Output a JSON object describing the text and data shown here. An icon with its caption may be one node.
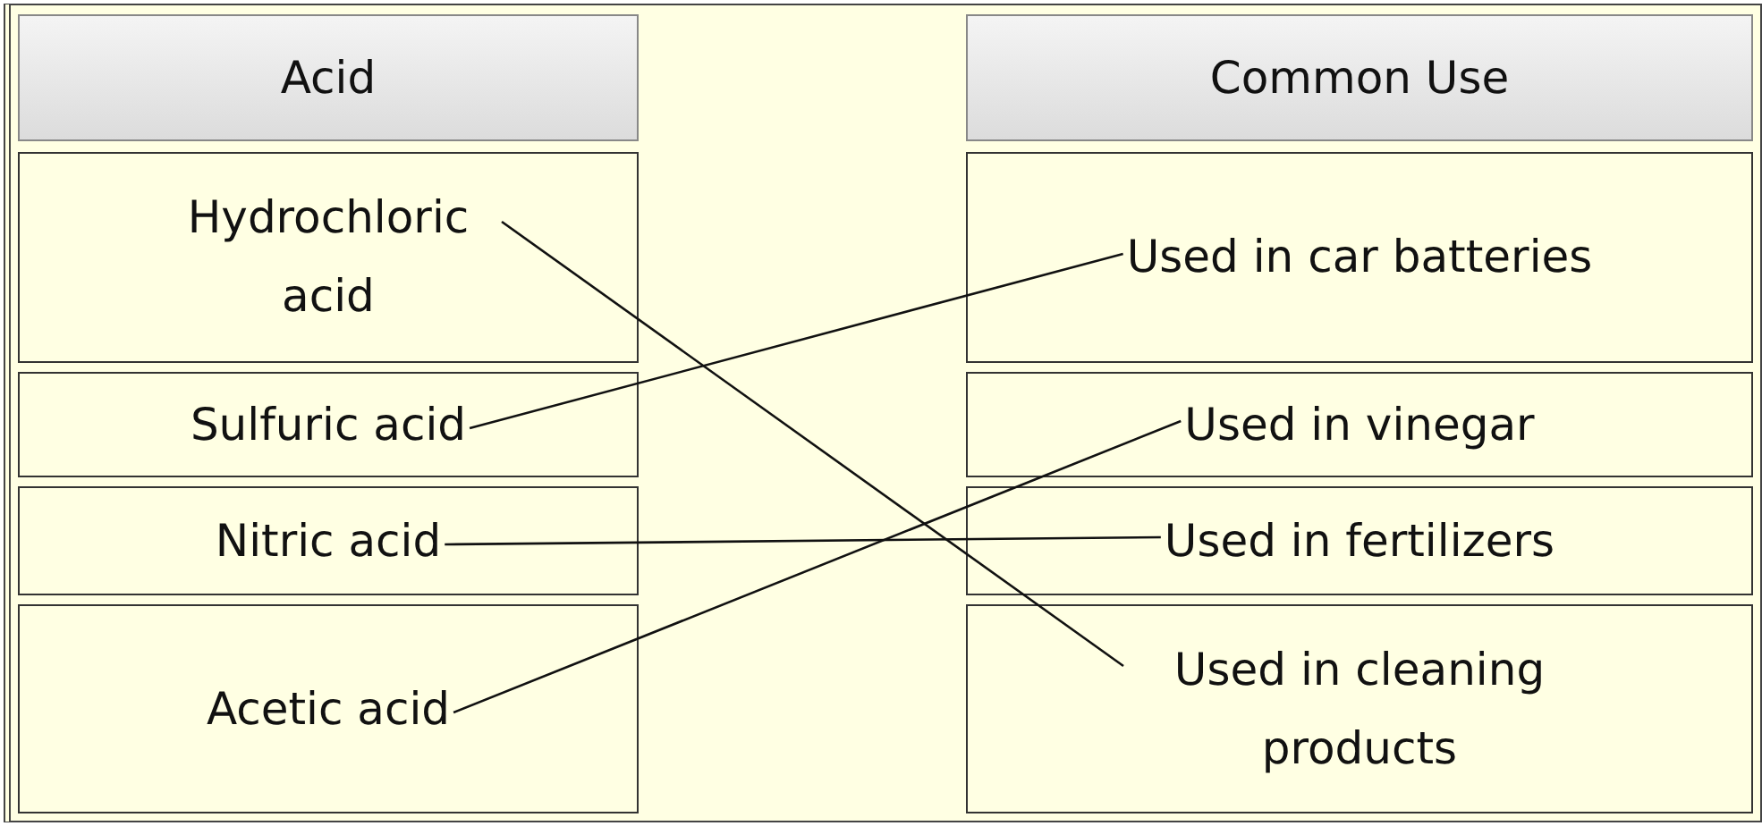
{
  "diagram": {
    "nodes": [
      {
        "text": [
          "Hydrochloric acid"
        ]
      },
      {
        "text": [
          "Sulfuric acid"
        ]
      },
      {
        "text": [
          "Nitric acid"
        ]
      },
      {
        "text": [
          "Acetic acid"
        ]
      },
      {
        "text": [
          "Used in car batteries"
        ]
      },
      {
        "text": [
          "Used in vinegar"
        ]
      },
      {
        "text": [
          "Used in fertilizers"
        ]
      },
      {
        "text": [
          "Used in cleaning products"
        ]
      }
    ],
    "edges": [
      {
        "from": 0,
        "to": 7,
        "arrow": "none"
      },
      {
        "from": 1,
        "to": 4,
        "arrow": "none"
      },
      {
        "from": 2,
        "to": 6,
        "arrow": "none"
      },
      {
        "from": 3,
        "to": 5,
        "arrow": "none"
      }
    ],
    "labels": [
      "Acid",
      "Common Use"
    ]
  }
}
